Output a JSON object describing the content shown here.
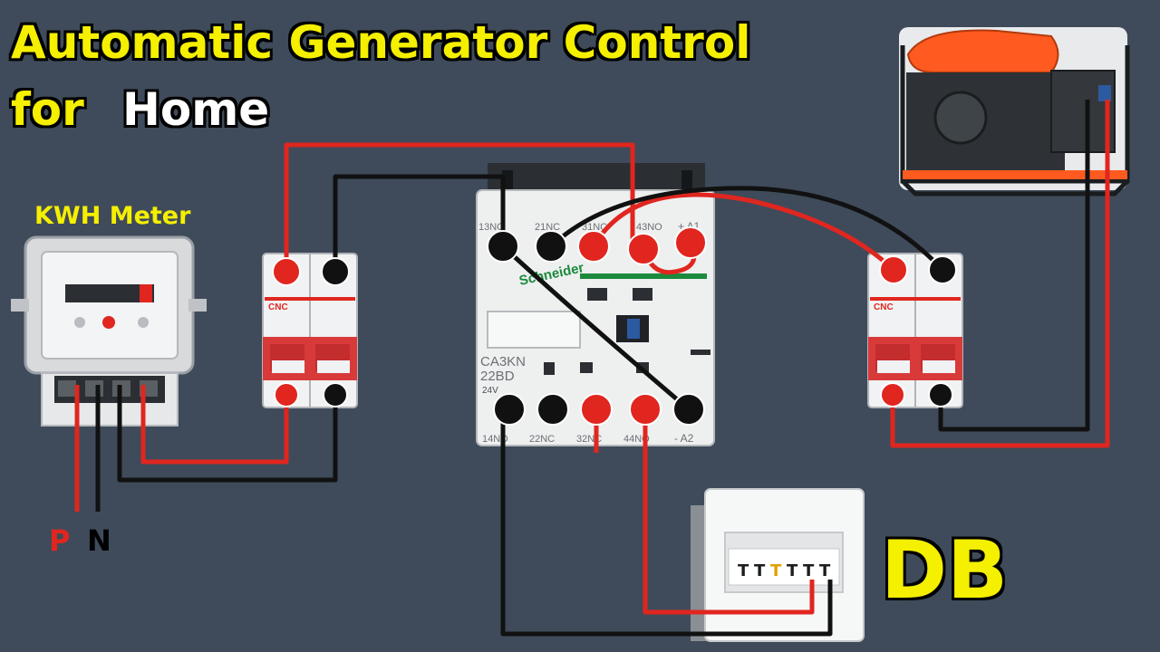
{
  "title": {
    "line1": "Automatic Generator Control",
    "line2a": "for",
    "line2b": "Home"
  },
  "labels": {
    "kwh_meter": "KWH Meter",
    "phase": "P",
    "neutral": "N",
    "db": "DB"
  },
  "contactor": {
    "brand": "Schneider",
    "model_line1": "CA3KN",
    "model_line2": "22BD",
    "voltage": "24V",
    "top_terminals": [
      "13NO",
      "21NC",
      "31NC",
      "43NO",
      "+ A1"
    ],
    "bottom_terminals": [
      "14NO",
      "22NC",
      "32NC",
      "44NO",
      "- A2"
    ]
  },
  "breakers": {
    "brand": "CNC"
  },
  "db_switches": [
    "T",
    "T",
    "T",
    "T",
    "T",
    "T"
  ],
  "colors": {
    "background": "#3f4b5a",
    "title_yellow": "#f5ef00",
    "wire_red": "#e0261f",
    "wire_black": "#111111"
  }
}
